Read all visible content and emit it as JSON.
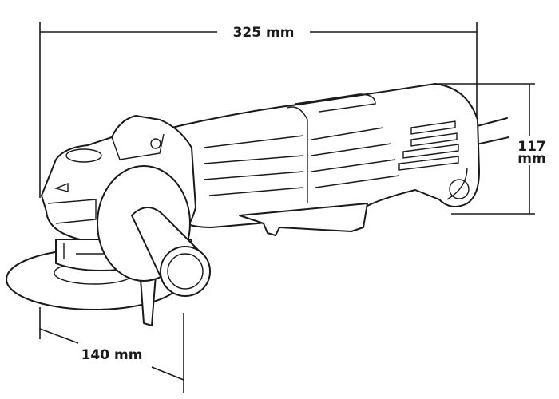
{
  "dimensions": {
    "length": "325 mm",
    "height_value": "117",
    "height_unit": "mm",
    "disc_diameter": "140 mm"
  }
}
